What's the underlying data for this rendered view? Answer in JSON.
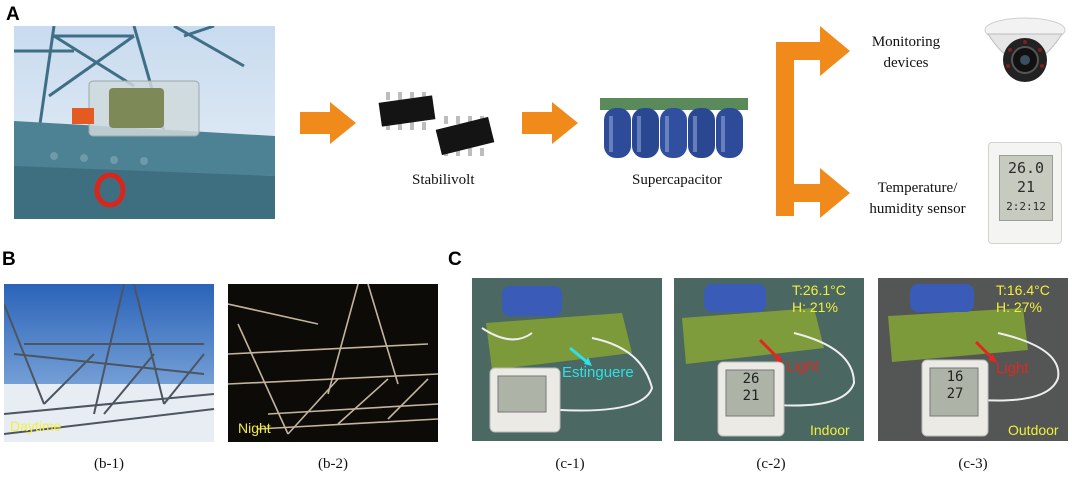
{
  "panel_letters": {
    "a": "A",
    "b": "B",
    "c": "C"
  },
  "pipeline": {
    "stabilivolt_label": "Stabilivolt",
    "supercapacitor_label": "Supercapacitor",
    "monitoring_label_1": "Monitoring",
    "monitoring_label_2": "devices",
    "sensor_label_1": "Temperature/",
    "sensor_label_2": "humidity sensor",
    "sensor_display": {
      "top": "26.0",
      "mid": "21",
      "bottom": "2:2:12"
    }
  },
  "panel_b": {
    "b1": {
      "label": "Daytime",
      "caption": "(b-1)"
    },
    "b2": {
      "label": "Night",
      "caption": "(b-2)"
    }
  },
  "panel_c": {
    "c1": {
      "annotation": "Estinguere",
      "caption": "(c-1)"
    },
    "c2": {
      "temp": "T:26.1°C",
      "humidity": "H: 21%",
      "annotation": "Light",
      "corner": "Indoor",
      "caption": "(c-2)",
      "display": {
        "top": "26",
        "mid": "21"
      }
    },
    "c3": {
      "temp": "T:16.4°C",
      "humidity": "H: 27%",
      "annotation": "Light",
      "corner": "Outdoor",
      "caption": "(c-3)",
      "display": {
        "top": "16",
        "mid": "27"
      }
    }
  },
  "colors": {
    "arrow": "#f08a1a",
    "annotation_yellow": "#f4ef3b",
    "cyan": "#2fe0e6",
    "red": "#e3261f"
  }
}
